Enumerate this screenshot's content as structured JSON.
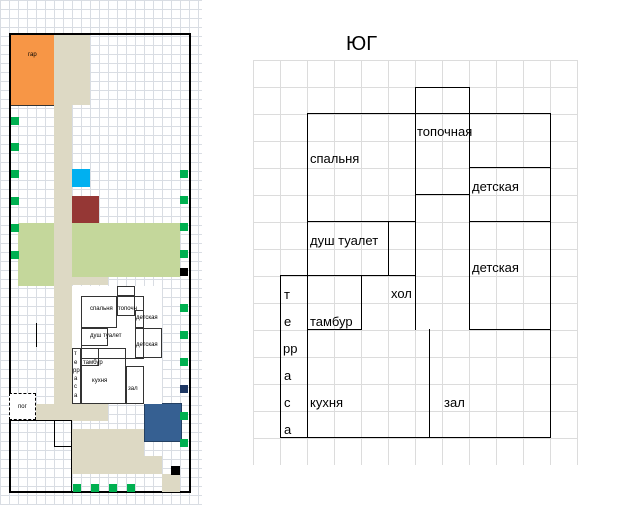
{
  "site_plan": {
    "garage_label": "гар",
    "gate_label": "пог",
    "house_rooms": {
      "bedroom": "спальня",
      "furnace": "топочн",
      "kids1": "детская",
      "bath": "душ туалет",
      "kids2": "детская",
      "vestibule": "тамбур",
      "kitchen": "кухня",
      "hall": "зал",
      "terrace_letters": [
        "т",
        "е",
        "рр",
        "а",
        "с",
        "а"
      ]
    },
    "colors": {
      "garage": "#f79646",
      "lawn": "#c4d79b",
      "path": "#ddd9c4",
      "blue_small": "#00b0f0",
      "brown": "#953735",
      "pond": "#366092",
      "marker_green": "#00b050"
    }
  },
  "floor_plan": {
    "title": "ЮГ",
    "rooms": {
      "bedroom": "спальня",
      "furnace": "топочная",
      "kids1": "детская",
      "bath": "душ туалет",
      "kids2": "детская",
      "hall_corridor": "хол",
      "vestibule": "тамбур",
      "kitchen": "кухня",
      "living": "зал"
    },
    "terrace_letters": [
      "т",
      "е",
      "рр",
      "а",
      "с",
      "а"
    ]
  }
}
